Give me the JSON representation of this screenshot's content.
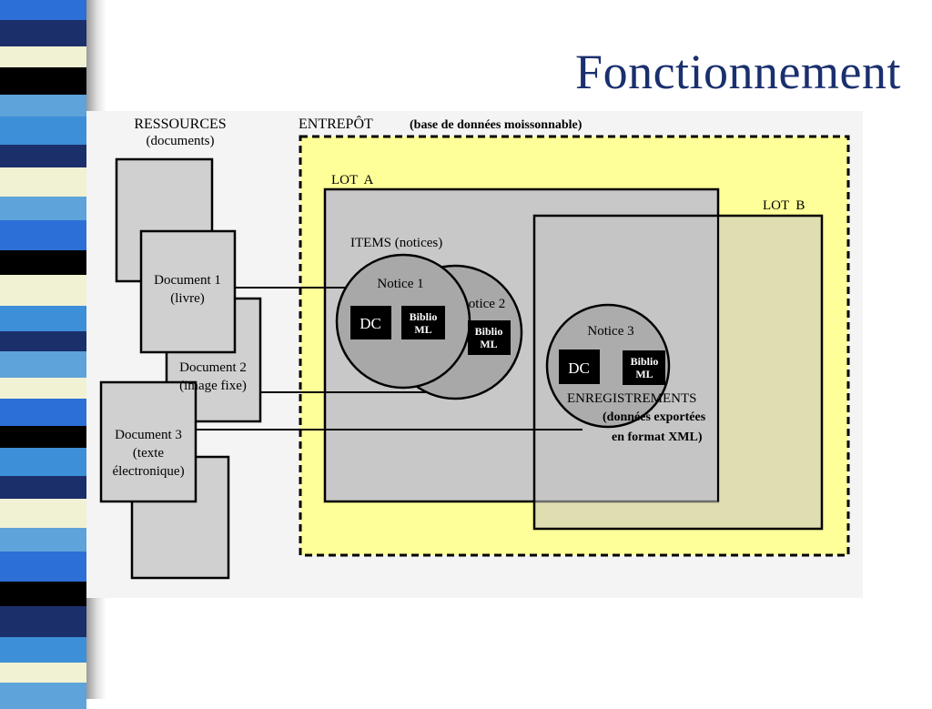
{
  "slide": {
    "title": "Fonctionnement",
    "stripe_colors": [
      "#2c6fd6",
      "#1b2f6b",
      "#f1f1d4",
      "#000000",
      "#5ea3d9",
      "#3d8fd8"
    ]
  },
  "diagram": {
    "resources": {
      "heading": "RESSOURCES",
      "subheading": "(documents)",
      "documents": [
        {
          "line1": "Document 1",
          "line2": "(livre)"
        },
        {
          "line1": "Document 2",
          "line2": "(image fixe)"
        },
        {
          "line1": "Document 3",
          "line2": "(texte",
          "line3": "électronique)"
        }
      ]
    },
    "warehouse": {
      "heading": "ENTREPÔT",
      "subheading": "(base de données moissonnable)",
      "fill": "#ffff99",
      "lot_a": "LOT  A",
      "lot_b": "LOT  B",
      "items_label": "ITEMS (notices)",
      "notices": [
        {
          "label": "Notice 1",
          "dc": "DC",
          "biblio1": "Biblio",
          "biblio2": "ML"
        },
        {
          "label": "otice 2",
          "biblio1": "Biblio",
          "biblio2": "ML"
        },
        {
          "label": "Notice 3",
          "dc": "DC",
          "biblio1": "Biblio",
          "biblio2": "ML"
        }
      ],
      "records": {
        "line1": "ENREGISTREMENTS",
        "line2": "(données exportées",
        "line3": "en format XML)"
      }
    }
  }
}
